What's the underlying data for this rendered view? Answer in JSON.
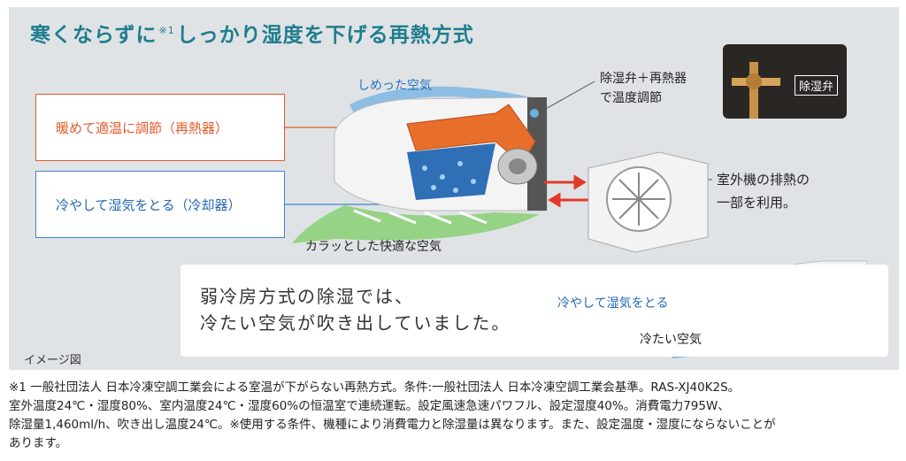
{
  "title": {
    "main": "寒くならずに",
    "sup": "※1",
    "rest": "しっかり湿度を下げる再熱方式"
  },
  "boxes": {
    "heat": "暖めて適温に調節（再熱器）",
    "cool": "冷やして湿気をとる（冷却器）"
  },
  "labels": {
    "humid_air": "しめった空気",
    "dry_air": "カラッとした快適な空気",
    "valve_line1": "除湿弁＋再熱器",
    "valve_line2": "で温度調節",
    "valve_tag": "除湿弁",
    "outdoor_line1": "室外機の排熱の",
    "outdoor_line2": "一部を利用。",
    "image_label": "イメージ図"
  },
  "comparison": {
    "line1": "弱冷房方式の除湿では、",
    "line2": "冷たい空気が吹き出していました。",
    "cool_label": "冷やして湿気をとる",
    "cold_air": "冷たい空気"
  },
  "footnote": [
    "※1 一般社団法人 日本冷凍空調工業会による室温が下がらない再熱方式。条件:一般社団法人 日本冷凍空調工業会基準。RAS-XJ40K2S。",
    "室外温度24℃・湿度80%、室内温度24℃・湿度60%の恒温室で連続運転。設定風速急速パワフル、設定湿度40%。消費電力795W、",
    "除湿量1,460ml/h、吹き出し温度24℃。※使用する条件、機種により消費電力と除湿量は異なります。また、設定温度・湿度にならないことが",
    "あります。"
  ],
  "colors": {
    "heat": "#e35b2b",
    "cool": "#3f86c9",
    "title": "#1f7d8c",
    "panel": "#dfe3e6"
  }
}
